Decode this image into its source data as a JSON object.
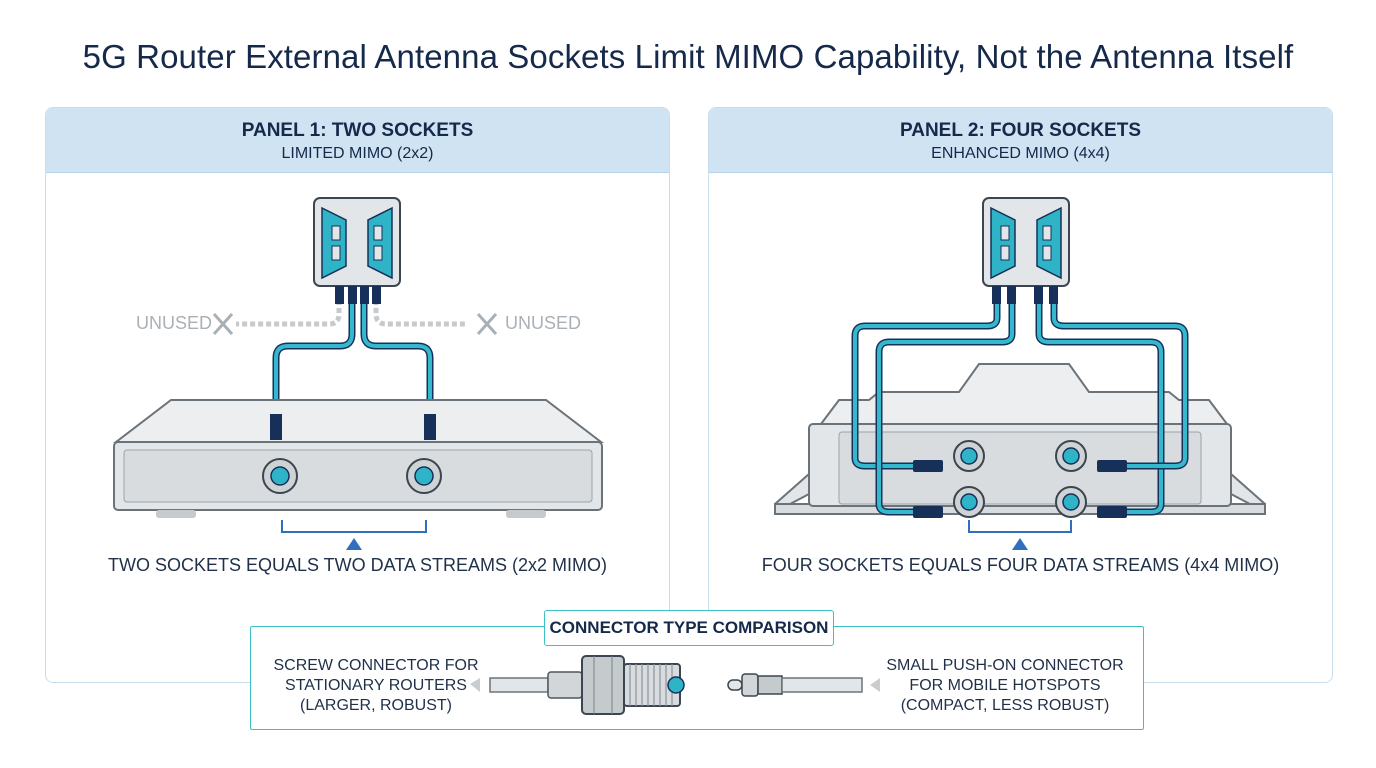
{
  "title": "5G Router External Antenna Sockets Limit MIMO Capability, Not the Antenna Itself",
  "panel1": {
    "title": "PANEL 1: TWO SOCKETS",
    "subtitle": "LIMITED MIMO (2x2)",
    "unused_left": "UNUSED",
    "unused_right": "UNUSED",
    "caption": "TWO SOCKETS EQUALS TWO DATA STREAMS (2x2 MIMO)"
  },
  "panel2": {
    "title": "PANEL 2: FOUR SOCKETS",
    "subtitle": "ENHANCED MIMO (4x4)",
    "caption": "FOUR SOCKETS EQUALS FOUR DATA STREAMS (4x4 MIMO)"
  },
  "comparison": {
    "title": "CONNECTOR TYPE COMPARISON",
    "left_line1": "SCREW CONNECTOR FOR",
    "left_line2": "STATIONARY ROUTERS",
    "left_line3": "(LARGER, ROBUST)",
    "right_line1": "SMALL PUSH-ON CONNECTOR",
    "right_line2": "FOR MOBILE HOTSPOTS",
    "right_line3": "(COMPACT, LESS ROBUST)"
  },
  "colors": {
    "cable": "#33b8cc",
    "cable_dark": "#17305a",
    "device": "#e3e6e8",
    "device_edge": "#6b737a",
    "header": "#cfe3f2",
    "accent": "#2f6fbd"
  }
}
